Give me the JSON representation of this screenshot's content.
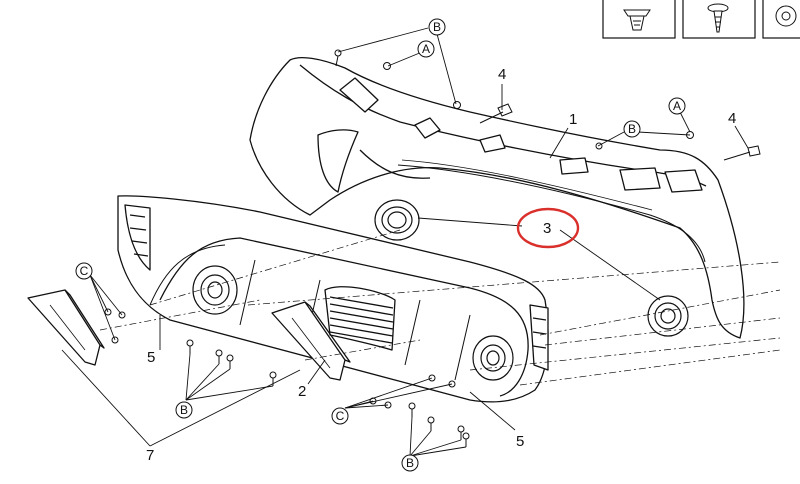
{
  "diagram": {
    "callouts": {
      "n1": "1",
      "n2": "2",
      "n3": "3",
      "n4a": "4",
      "n4b": "4",
      "n5a": "5",
      "n5b": "5",
      "n7": "7"
    },
    "letters": {
      "b1": "B",
      "a1": "A",
      "b2": "B",
      "a2": "A",
      "c1": "C",
      "b3": "B",
      "c2": "C",
      "b4": "B"
    },
    "highlight_color": "#d9302c",
    "line_color": "#111111"
  }
}
